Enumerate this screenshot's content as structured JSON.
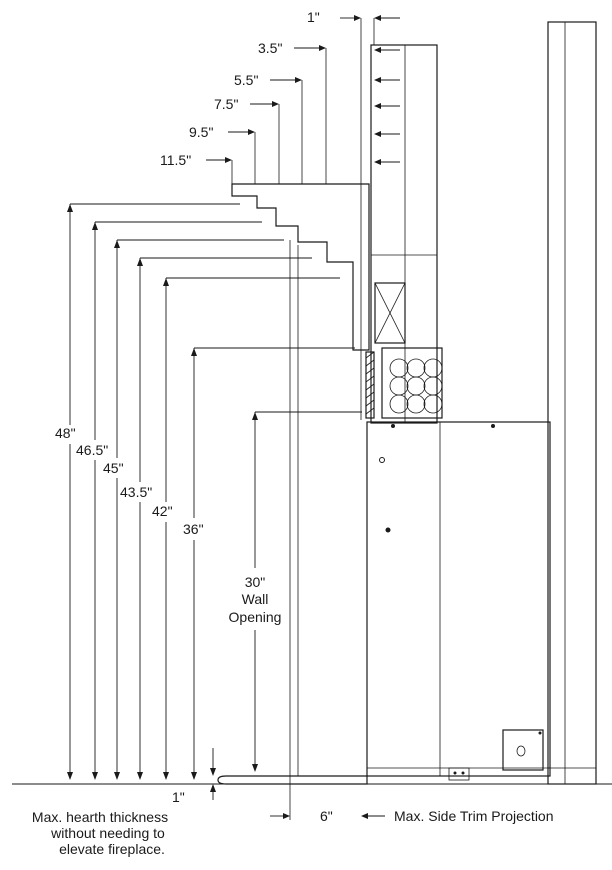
{
  "diagram": {
    "mantel_step_labels": [
      "1\"",
      "3.5\"",
      "5.5\"",
      "7.5\"",
      "9.5\"",
      "11.5\""
    ],
    "height_labels": [
      "48\"",
      "46.5\"",
      "45\"",
      "43.5\"",
      "42\"",
      "36\""
    ],
    "wall_opening": {
      "value": "30\"",
      "line1": "Wall",
      "line2": "Opening"
    },
    "hearth_thickness": "1\"",
    "hearth_note": [
      "Max. hearth thickness",
      "without needing to",
      "elevate fireplace."
    ],
    "side_trim": {
      "value": "6\"",
      "label": "Max. Side Trim Projection"
    }
  }
}
